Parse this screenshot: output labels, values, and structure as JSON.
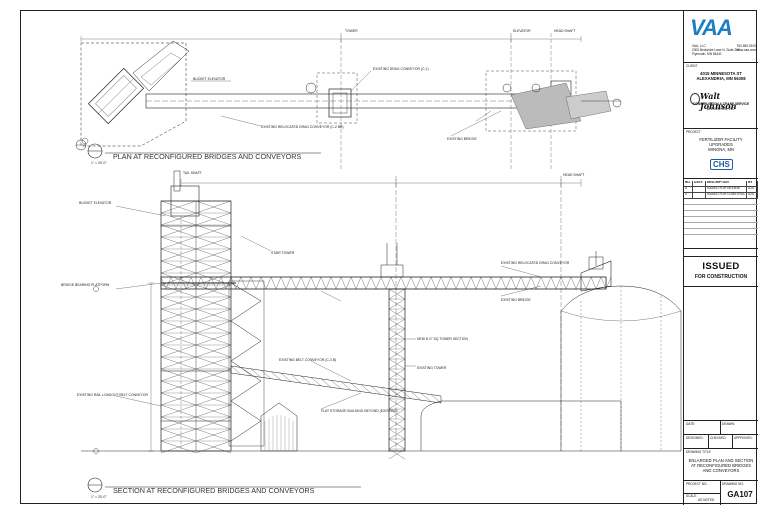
{
  "titleblock": {
    "logo": "VAA",
    "firm_lines": [
      "VAA, LLC",
      "2300 Berkshire Lane N, Suite 200",
      "Plymouth, MN 55441"
    ],
    "firm_contact": [
      "763.559.9100",
      "www.vaa.com"
    ],
    "client_heading": "CLIENT",
    "client_address": [
      "4015 MINNESOTA ST",
      "ALEXANDRIA, MN 56308"
    ],
    "client_name": "Walt Johnson",
    "client_tagline": "CONSTRUCTION & CRANE SERVICE",
    "client_city": "ALEXANDRIA, INC.",
    "project_heading": "PROJECT",
    "project_lines": [
      "FERTILIZER FACILITY",
      "UPGRADES",
      "WINONA, MN"
    ],
    "project_logo": "CHS",
    "revisions_header": [
      "NO.",
      "DATE",
      "DESCRIPTION",
      "BY"
    ],
    "revisions": [
      [
        "A",
        "",
        "ISSUED FOR REVIEW",
        "AJS"
      ],
      [
        "0",
        "",
        "ISSUED FOR CONSTRUCTION",
        "AJS"
      ]
    ],
    "issued_title": "ISSUED",
    "issued_sub": "FOR CONSTRUCTION",
    "drawn_labels": [
      "DATE:",
      "DRAWN:"
    ],
    "designed_labels": [
      "DESIGNED:",
      "CHECKED:",
      "APPROVED:"
    ],
    "drawing_title_heading": "DRAWING TITLE",
    "drawing_title": [
      "ENLARGED PLAN AND SECTION",
      "AT RECONFIGURED BRIDGES",
      "AND CONVEYORS"
    ],
    "project_no_label": "PROJECT NO.",
    "drawing_no_label": "DRAWING NO.",
    "scale_label": "SCALE",
    "scale_value": "AS NOTED",
    "drawing_no": "GA107"
  },
  "plan": {
    "title": "PLAN AT RECONFIGURED BRIDGES AND CONVEYORS",
    "scale": "1\" = 20'-0\"",
    "labels": {
      "tower": "TOWER",
      "elevator": "ELEVATOR",
      "head_shaft": "HEAD SHAFT",
      "existing_bridge": "EXISTING BRIDGE",
      "bucket_elevator": "BUCKET ELEVATOR",
      "relocated": "EXISTING RELOCATED DRAG CONVEYOR (C-2 BB)",
      "drag": "EXISTING DRAG CONVEYOR (C-1)"
    }
  },
  "section": {
    "title": "SECTION AT RECONFIGURED BRIDGES AND CONVEYORS",
    "scale": "1\" = 20'-0\"",
    "labels": {
      "bucket_elevator": "BUCKET ELEVATOR",
      "platform": "BRIDGE BEARING PLATFORM",
      "existing_tower": "EXISTING TOWER",
      "stair_tower": "STAIR TOWER",
      "new_tower": "NEW 8'-0\" SQ TOWER SECTION",
      "flat_storage": "FLAT STORAGE BUILDING BEYOND (EXISTING)",
      "belt_conveyor": "EXISTING BELT CONVEYOR (C-3 B)",
      "loadout": "EXISTING RAIL LOADOUT BELT CONVEYOR",
      "head_shaft": "HEAD SHAFT",
      "tail_shaft": "TAIL SHAFT",
      "relocated_drag": "EXISTING RELOCATED DRAG CONVEYOR",
      "existing_bridge": "EXISTING BRIDGE"
    }
  }
}
